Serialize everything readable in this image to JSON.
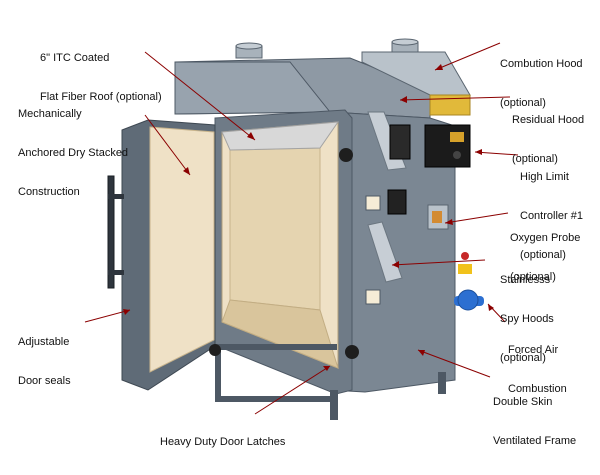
{
  "labels": {
    "roof": {
      "line1": "6\" ITC Coated",
      "line2": "Flat Fiber Roof (optional)"
    },
    "construction": {
      "line1": "Mechanically",
      "line2": "Anchored Dry Stacked",
      "line3": "Construction"
    },
    "door_seals": {
      "line1": "Adjustable",
      "line2": "Door seals"
    },
    "latches": {
      "line1": "Heavy Duty Door Latches"
    },
    "combustion_hood": {
      "line1": "Combution Hood",
      "line2": "(optional)"
    },
    "residual_hood": {
      "line1": "Residual Hood",
      "line2": "(optional)"
    },
    "controller": {
      "line1": "High Limit",
      "line2": "Controller #1",
      "line3": "(optional)"
    },
    "oxygen_probe": {
      "line1": "Oxygen Probe",
      "line2": "(optional)"
    },
    "spy_hoods": {
      "line1": "Stainlesss",
      "line2": "Spy Hoods",
      "line3": "(optional)"
    },
    "forced_air": {
      "line1": "Forced Air",
      "line2": "Combustion"
    },
    "frame": {
      "line1": "Double Skin",
      "line2": "Ventilated Frame"
    }
  },
  "colors": {
    "leader": "#8b0000",
    "steel": "#7b8793",
    "steel_dark": "#4d5864",
    "brick": "#efe1c6",
    "brick_line": "#d7c6a3",
    "controller": "#1b1b1b",
    "hose": "#2c6fd1",
    "valve": "#f1c21b",
    "knob": "#c62828"
  }
}
